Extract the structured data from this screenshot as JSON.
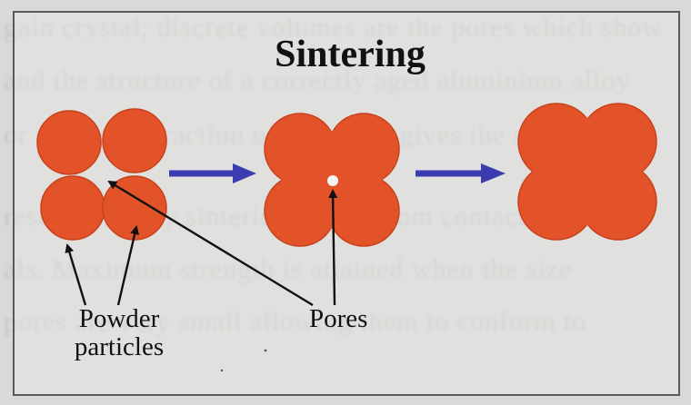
{
  "diagram": {
    "title": "Sintering",
    "labels": {
      "powder_line1": "Powder",
      "powder_line2": "particles",
      "pores": "Pores"
    },
    "stages": [
      "loose-powder",
      "necked-particles",
      "dense-body"
    ]
  },
  "background_text": [
    "gain crystal; discrete volumes are the pores which show",
    "and the structure of a correctly aged aluminium alloy",
    "or of the contraction of the pores gives the strength an",
    "results only by sintering; pores from contact areas",
    "als. Maximum strength is attained when the size",
    "pores are very small allowing them to conform to"
  ],
  "colors": {
    "particle": "#e3532a",
    "particle_edge": "#c9411c",
    "arrow": "#3c3cb0",
    "pointer": "#111111"
  }
}
